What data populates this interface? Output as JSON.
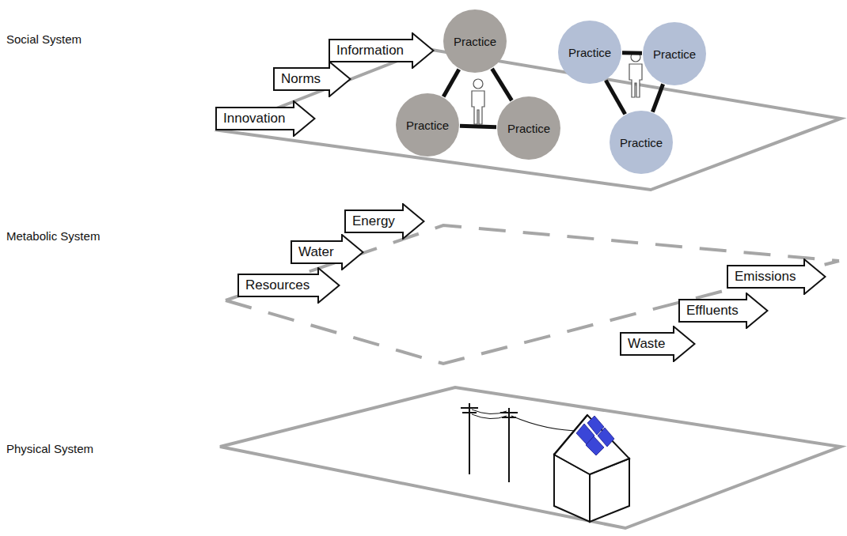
{
  "diagram": {
    "nodes": [
      {
        "text": [
          "Information"
        ]
      },
      {
        "text": [
          "Norms"
        ]
      },
      {
        "text": [
          "Innovation"
        ]
      },
      {
        "text": [
          "Practice"
        ]
      },
      {
        "text": [
          "Practice"
        ]
      },
      {
        "text": [
          "Practice"
        ]
      },
      {
        "text": [
          "Practice"
        ]
      },
      {
        "text": [
          "Practice"
        ]
      },
      {
        "text": [
          "Practice"
        ]
      },
      {
        "text": [
          "Energy"
        ]
      },
      {
        "text": [
          "Water"
        ]
      },
      {
        "text": [
          "Resources"
        ]
      },
      {
        "text": [
          "Emissions"
        ]
      },
      {
        "text": [
          "Effluents"
        ]
      },
      {
        "text": [
          "Waste"
        ]
      }
    ],
    "edges": [
      {
        "from": 3,
        "to": 4,
        "arrow": "none"
      },
      {
        "from": 3,
        "to": 5,
        "arrow": "none"
      },
      {
        "from": 4,
        "to": 5,
        "arrow": "none"
      },
      {
        "from": 6,
        "to": 7,
        "arrow": "none"
      },
      {
        "from": 6,
        "to": 8,
        "arrow": "none"
      },
      {
        "from": 7,
        "to": 8,
        "arrow": "none"
      }
    ],
    "labels": [
      "Social System",
      "Metabolic System",
      "Physical System"
    ]
  }
}
